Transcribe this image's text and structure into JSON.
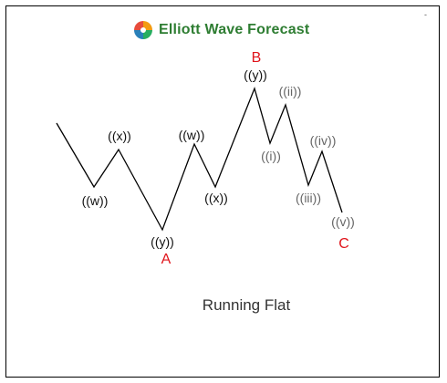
{
  "brand": {
    "name": "Elliott Wave Forecast",
    "color": "#2e7d32"
  },
  "title": "Running Flat",
  "colors": {
    "line": "#000000",
    "major_label": "#e0141b",
    "black_label": "#111111",
    "grey_label": "#666666",
    "title": "#333333"
  },
  "stray_mark": "-",
  "wave_path_labels": [
    {
      "id": "w",
      "text": "((w))",
      "style": "black"
    },
    {
      "id": "x1",
      "text": "((x))",
      "style": "black"
    },
    {
      "id": "y1",
      "text": "((y))",
      "style": "black"
    },
    {
      "id": "A",
      "text": "A",
      "style": "major"
    },
    {
      "id": "w2",
      "text": "((w))",
      "style": "black"
    },
    {
      "id": "x2",
      "text": "((x))",
      "style": "black"
    },
    {
      "id": "y2",
      "text": "((y))",
      "style": "black"
    },
    {
      "id": "B",
      "text": "B",
      "style": "major"
    },
    {
      "id": "i",
      "text": "((i))",
      "style": "grey"
    },
    {
      "id": "ii",
      "text": "((ii))",
      "style": "grey"
    },
    {
      "id": "iii",
      "text": "((iii))",
      "style": "grey"
    },
    {
      "id": "iv",
      "text": "((iv))",
      "style": "grey"
    },
    {
      "id": "v",
      "text": "((v))",
      "style": "grey"
    },
    {
      "id": "C",
      "text": "C",
      "style": "major"
    }
  ]
}
